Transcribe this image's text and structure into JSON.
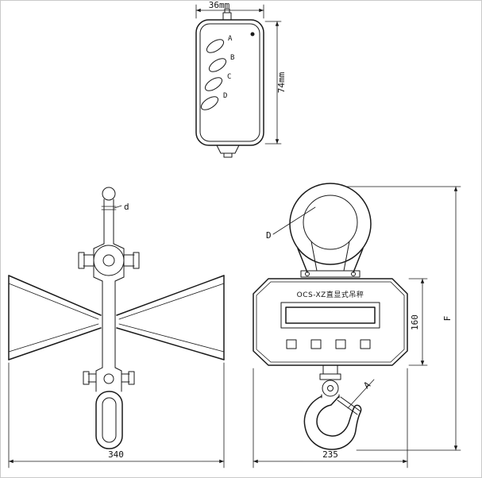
{
  "colors": {
    "line": "#1a1a1a",
    "background": "#ffffff"
  },
  "drawing": {
    "remote": {
      "width_dim": "36mm",
      "height_dim": "74mm",
      "buttons": [
        "A",
        "B",
        "C",
        "D"
      ]
    },
    "side_view": {
      "rod_label": "d",
      "width_dim": "340"
    },
    "front_view": {
      "shackle_label": "D",
      "product_name": "OCS-XZ直显式吊秤",
      "body_height_dim": "160",
      "total_height_dim": "F",
      "width_dim": "235",
      "hook_label": "A"
    }
  }
}
